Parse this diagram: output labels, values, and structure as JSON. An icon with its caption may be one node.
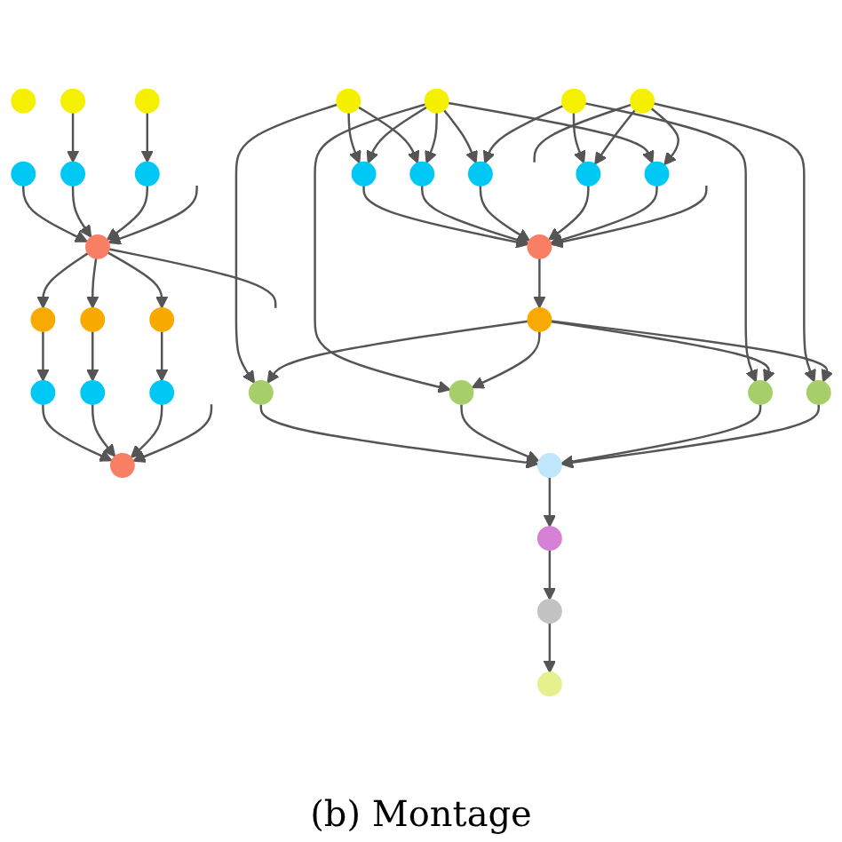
{
  "diagram": {
    "nodes": [
      {
        "text": [],
        "shape": "circle"
      },
      {
        "text": [],
        "shape": "circle"
      },
      {
        "text": [],
        "shape": "circle"
      },
      {
        "text": [],
        "shape": "circle"
      },
      {
        "text": [],
        "shape": "circle"
      },
      {
        "text": [],
        "shape": "circle"
      },
      {
        "text": [],
        "shape": "circle"
      },
      {
        "text": [],
        "shape": "circle"
      },
      {
        "text": [],
        "shape": "circle"
      },
      {
        "text": [],
        "shape": "circle"
      },
      {
        "text": [],
        "shape": "circle"
      },
      {
        "text": [],
        "shape": "circle"
      },
      {
        "text": [],
        "shape": "circle"
      },
      {
        "text": [],
        "shape": "circle"
      },
      {
        "text": [],
        "shape": "circle"
      },
      {
        "text": [],
        "shape": "circle"
      },
      {
        "text": [],
        "shape": "circle"
      },
      {
        "text": [],
        "shape": "circle"
      },
      {
        "text": [],
        "shape": "circle"
      },
      {
        "text": [],
        "shape": "circle"
      },
      {
        "text": [],
        "shape": "circle"
      },
      {
        "text": [],
        "shape": "circle"
      },
      {
        "text": [],
        "shape": "circle"
      },
      {
        "text": [],
        "shape": "circle"
      },
      {
        "text": [],
        "shape": "circle"
      },
      {
        "text": [],
        "shape": "circle"
      },
      {
        "text": [],
        "shape": "circle"
      },
      {
        "text": [],
        "shape": "circle"
      },
      {
        "text": [],
        "shape": "circle"
      },
      {
        "text": [],
        "shape": "circle"
      },
      {
        "text": [],
        "shape": "circle"
      },
      {
        "text": [],
        "shape": "circle"
      },
      {
        "text": [],
        "shape": "circle"
      }
    ],
    "edges": [
      {
        "from": 1,
        "to": 4,
        "arrow": "to"
      },
      {
        "from": 2,
        "to": 5,
        "arrow": "to"
      },
      {
        "from": 3,
        "to": 6,
        "arrow": "to"
      },
      {
        "from": 4,
        "to": 6,
        "arrow": "to"
      },
      {
        "from": 5,
        "to": 6,
        "arrow": "to"
      },
      {
        "from": null,
        "to": 6,
        "arrow": "to"
      },
      {
        "from": 6,
        "to": null,
        "arrow": "none"
      },
      {
        "from": 6,
        "to": 7,
        "arrow": "to"
      },
      {
        "from": 6,
        "to": 8,
        "arrow": "to"
      },
      {
        "from": 6,
        "to": 9,
        "arrow": "to"
      },
      {
        "from": 7,
        "to": 10,
        "arrow": "to"
      },
      {
        "from": 8,
        "to": 11,
        "arrow": "to"
      },
      {
        "from": 9,
        "to": 12,
        "arrow": "to"
      },
      {
        "from": 10,
        "to": 13,
        "arrow": "to"
      },
      {
        "from": 11,
        "to": 13,
        "arrow": "to"
      },
      {
        "from": 12,
        "to": 13,
        "arrow": "to"
      },
      {
        "from": null,
        "to": 13,
        "arrow": "to"
      },
      {
        "from": 14,
        "to": 18,
        "arrow": "to"
      },
      {
        "from": 14,
        "to": 19,
        "arrow": "to"
      },
      {
        "from": 14,
        "to": 25,
        "arrow": "to"
      },
      {
        "from": 15,
        "to": 18,
        "arrow": "to"
      },
      {
        "from": 15,
        "to": 19,
        "arrow": "to"
      },
      {
        "from": 15,
        "to": 20,
        "arrow": "to"
      },
      {
        "from": 15,
        "to": 22,
        "arrow": "to"
      },
      {
        "from": 15,
        "to": 26,
        "arrow": "to"
      },
      {
        "from": 16,
        "to": 20,
        "arrow": "to"
      },
      {
        "from": 16,
        "to": 21,
        "arrow": "to"
      },
      {
        "from": 16,
        "to": 27,
        "arrow": "to"
      },
      {
        "from": 17,
        "to": 21,
        "arrow": "to"
      },
      {
        "from": 17,
        "to": 22,
        "arrow": "to"
      },
      {
        "from": 17,
        "to": null,
        "arrow": "none"
      },
      {
        "from": 17,
        "to": 28,
        "arrow": "to"
      },
      {
        "from": 18,
        "to": 23,
        "arrow": "to"
      },
      {
        "from": 19,
        "to": 23,
        "arrow": "to"
      },
      {
        "from": 20,
        "to": 23,
        "arrow": "to"
      },
      {
        "from": 21,
        "to": 23,
        "arrow": "to"
      },
      {
        "from": 22,
        "to": 23,
        "arrow": "to"
      },
      {
        "from": null,
        "to": 23,
        "arrow": "to"
      },
      {
        "from": 23,
        "to": 24,
        "arrow": "to"
      },
      {
        "from": 24,
        "to": 25,
        "arrow": "to"
      },
      {
        "from": 24,
        "to": 26,
        "arrow": "to"
      },
      {
        "from": 24,
        "to": 27,
        "arrow": "to"
      },
      {
        "from": 24,
        "to": 28,
        "arrow": "to"
      },
      {
        "from": 25,
        "to": 29,
        "arrow": "to"
      },
      {
        "from": 26,
        "to": 29,
        "arrow": "to"
      },
      {
        "from": 27,
        "to": 29,
        "arrow": "to"
      },
      {
        "from": 28,
        "to": 29,
        "arrow": "to"
      },
      {
        "from": 29,
        "to": 30,
        "arrow": "to"
      },
      {
        "from": 30,
        "to": 31,
        "arrow": "to"
      },
      {
        "from": 31,
        "to": 32,
        "arrow": "to"
      }
    ],
    "labels": [
      "(b) Montage"
    ]
  }
}
